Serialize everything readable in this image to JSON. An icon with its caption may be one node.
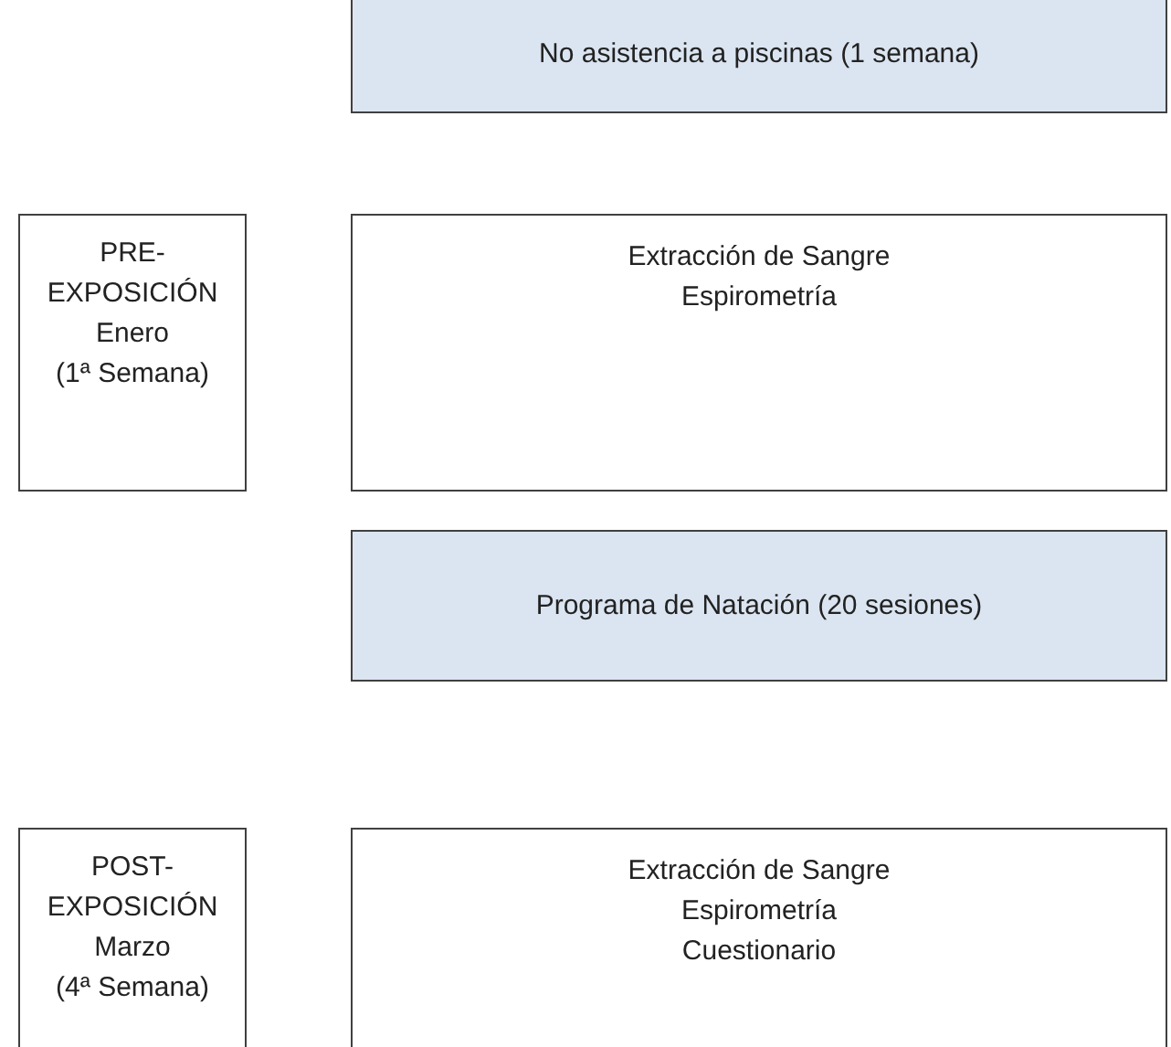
{
  "diagram": {
    "nodes": [
      {
        "text": [
          "No asistencia a piscinas  (1 semana)"
        ]
      },
      {
        "text": [
          "PRE-EXPOSICIÓN",
          "Enero",
          "(1ª Semana)"
        ]
      },
      {
        "text": [
          "Extracción de Sangre",
          "Espirometría"
        ]
      },
      {
        "text": [
          "Programa de Natación (20 sesiones)"
        ]
      },
      {
        "text": [
          "POST-EXPOSICIÓN",
          "Marzo",
          "(4ª Semana)"
        ]
      },
      {
        "text": [
          "Extracción de Sangre",
          "Espirometría",
          "Cuestionario"
        ]
      }
    ]
  }
}
